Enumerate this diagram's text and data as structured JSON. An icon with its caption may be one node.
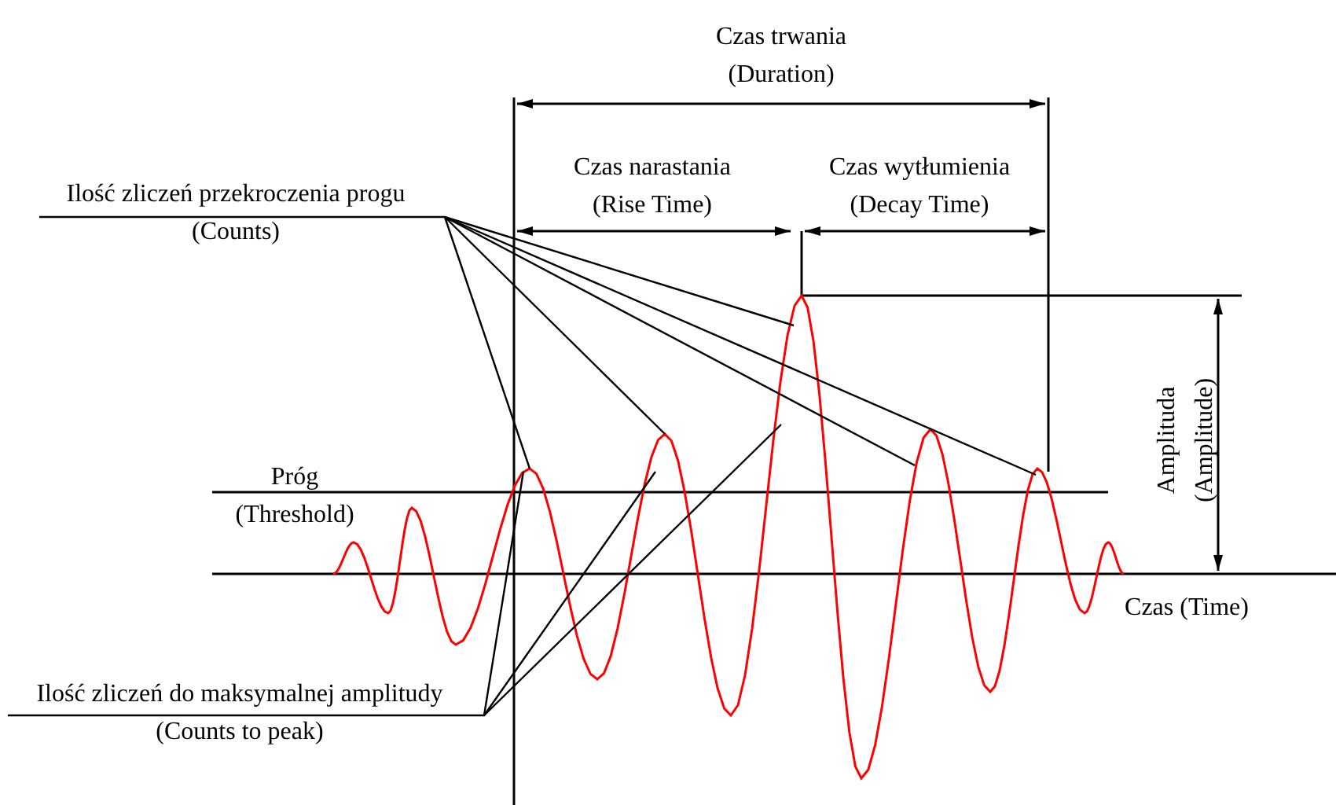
{
  "diagram": {
    "nodes": [
      {
        "text": [
          "Ilość zliczeń przekroczenia progu (Counts)"
        ]
      },
      {
        "text": [
          "Ilość zliczeń do maksymalnej amplitudy (Counts to peak)"
        ]
      }
    ],
    "edges": [
      {
        "from": 0,
        "to": null,
        "arrow": "none"
      },
      {
        "from": 0,
        "to": null,
        "arrow": "none"
      },
      {
        "from": 0,
        "to": null,
        "arrow": "none"
      },
      {
        "from": 0,
        "to": null,
        "arrow": "none"
      },
      {
        "from": 0,
        "to": null,
        "arrow": "none"
      },
      {
        "from": 1,
        "to": null,
        "arrow": "none"
      },
      {
        "from": 1,
        "to": null,
        "arrow": "none"
      },
      {
        "from": 1,
        "to": null,
        "arrow": "none"
      }
    ],
    "labels": [
      "Czas trwania (Duration)",
      "Czas narastania (Rise Time)",
      "Czas wytłumienia (Decay Time)",
      "Próg (Threshold)",
      "Amplituda (Amplitude)",
      "Czas (Time)"
    ]
  }
}
